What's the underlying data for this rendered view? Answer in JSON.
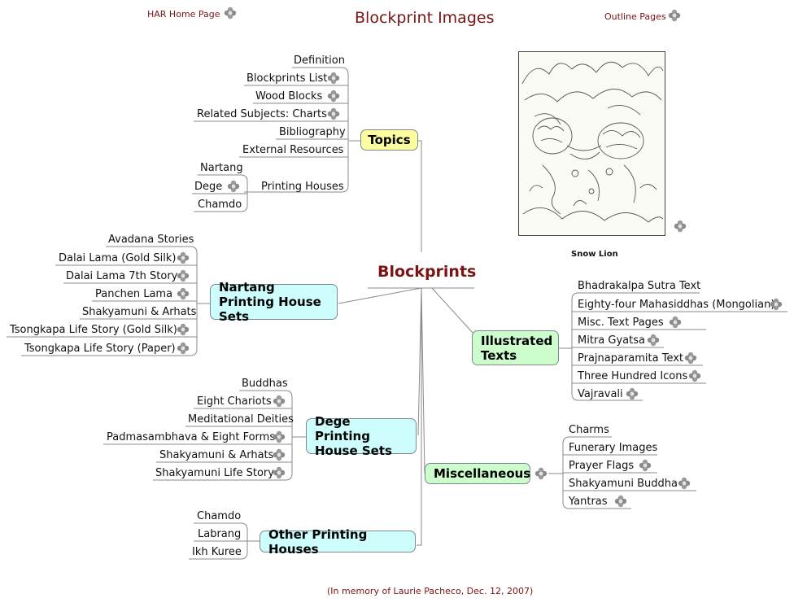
{
  "header": {
    "home_link": "HAR Home Page",
    "title": "Blockprint Images",
    "outline_link": "Outline Pages"
  },
  "central": "Blockprints",
  "image": {
    "caption": "Snow Lion"
  },
  "footer": "(In memory of Laurie Pacheco, Dec. 12, 2007)",
  "topics": {
    "label": "Topics",
    "items": [
      "Definition",
      "Blockprints List",
      "Wood Blocks",
      "Related Subjects: Charts",
      "Bibliography",
      "External Resources",
      "Printing Houses"
    ],
    "printing_houses": [
      "Nartang",
      "Dege",
      "Chamdo"
    ]
  },
  "nartang": {
    "label": "Nartang Printing House Sets",
    "items": [
      "Avadana Stories",
      "Dalai Lama (Gold Silk)",
      "Dalai Lama 7th Story",
      "Panchen Lama",
      "Shakyamuni & Arhats",
      "Tsongkapa Life Story (Gold Silk)",
      "Tsongkapa Life Story (Paper)"
    ]
  },
  "dege": {
    "label": "Dege Printing House Sets",
    "items": [
      "Buddhas",
      "Eight Chariots",
      "Meditational Deities",
      "Padmasambhava & Eight Forms",
      "Shakyamuni & Arhats",
      "Shakyamuni Life Story"
    ]
  },
  "other": {
    "label": "Other Printing Houses",
    "items": [
      "Chamdo",
      "Labrang",
      "Ikh Kuree"
    ]
  },
  "illustrated": {
    "label": "Illustrated Texts",
    "items": [
      "Bhadrakalpa Sutra Text",
      "Eighty-four Mahasiddhas (Mongolian)",
      "Misc. Text Pages",
      "Mitra Gyatsa",
      "Prajnaparamita Text",
      "Three Hundred Icons",
      "Vajravali"
    ]
  },
  "misc": {
    "label": "Miscellaneous",
    "items": [
      "Charms",
      "Funerary Images",
      "Prayer Flags",
      "Shakyamuni Buddha",
      "Yantras"
    ]
  },
  "colors": {
    "accent": "#7a1414",
    "topic_box": "#fdfda0",
    "set_box": "#cdfdfd",
    "misc_box": "#cdfdcd",
    "line": "#888888"
  }
}
